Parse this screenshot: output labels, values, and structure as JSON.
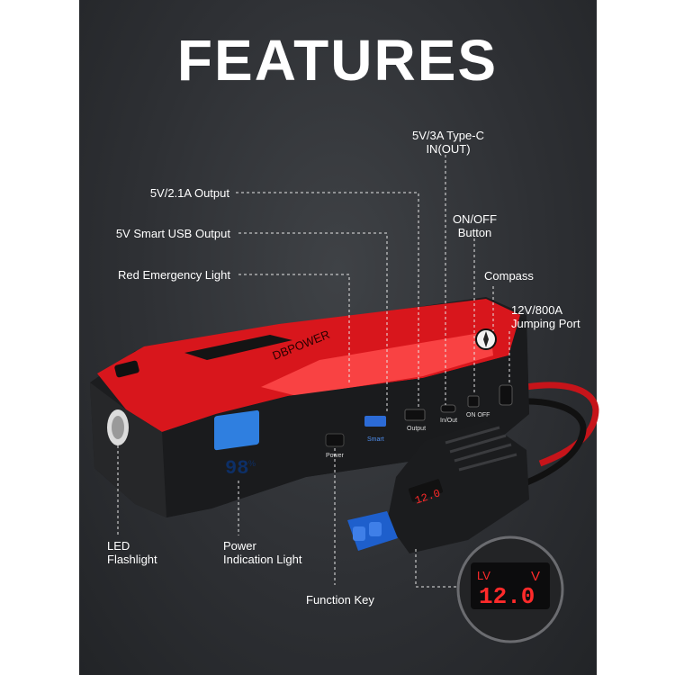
{
  "title": "FEATURES",
  "brand": "DBPOWER",
  "labels": {
    "typec_line1": "5V/3A Type-C",
    "typec_line2": "IN(OUT)",
    "output_21a": "5V/2.1A Output",
    "onoff_line1": "ON/OFF",
    "onoff_line2": "Button",
    "smart_usb": "5V Smart USB Output",
    "red_light": "Red Emergency Light",
    "compass": "Compass",
    "jump_line1": "12V/800A",
    "jump_line2": "Jumping Port",
    "led_line1": "LED",
    "led_line2": "Flashlight",
    "power_line1": "Power",
    "power_line2": "Indication Light",
    "function_key": "Function Key"
  },
  "device": {
    "lcd_value": "98",
    "lcd_unit": "%",
    "port_labels": [
      "Power",
      "Smart",
      "Output",
      "In/Out",
      "ON OFF"
    ],
    "clamp_display": "12.0",
    "clamp_display_small": "12.0",
    "lv_label": "LV",
    "v_label": "V"
  },
  "colors": {
    "body_red": "#d8161c",
    "housing": "#1c1d1f",
    "lcd_blue": "#2f7fe0",
    "cable_red": "#c6141a",
    "connector_blue": "#1e5fcc",
    "led_red": "#ff2a2a"
  }
}
